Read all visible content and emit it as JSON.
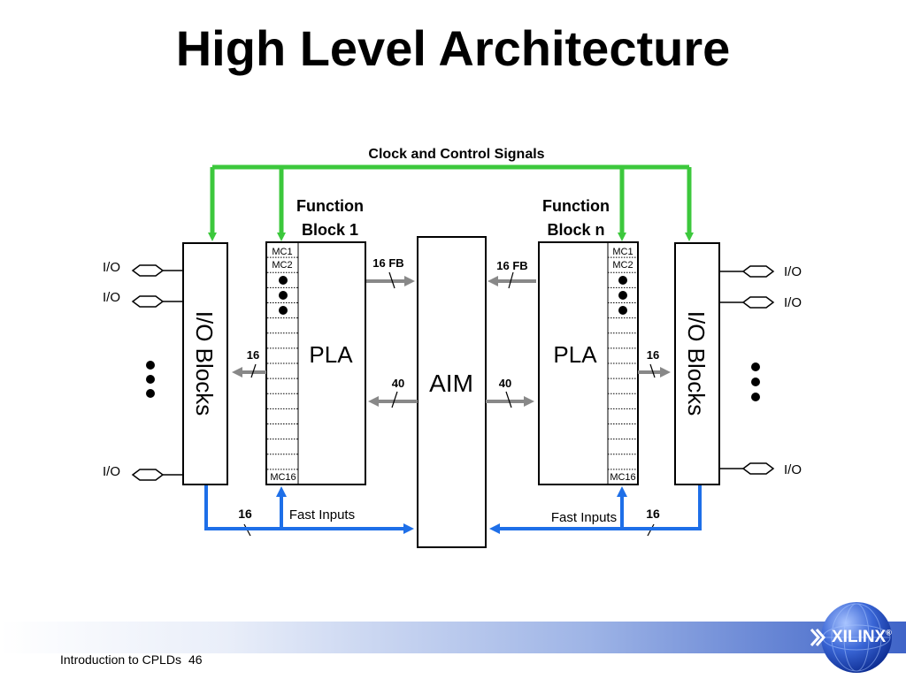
{
  "slide": {
    "title": "High Level Architecture",
    "footer_title": "Introduction to CPLDs",
    "page_number": "46"
  },
  "diagram": {
    "clock_label": "Clock and Control Signals",
    "fb1_label_line1": "Function",
    "fb1_label_line2": "Block 1",
    "fbn_label_line1": "Function",
    "fbn_label_line2": "Block n",
    "io_blocks_label": "I/O Blocks",
    "pla_label": "PLA",
    "aim_label": "AIM",
    "mc1": "MC1",
    "mc2": "MC2",
    "mc16": "MC16",
    "io_label": "I/O",
    "bus_16fb": "16 FB",
    "bus_16": "16",
    "bus_40": "40",
    "fast_inputs": "Fast Inputs"
  },
  "colors": {
    "green": "#3cc83c",
    "blue": "#1e6fe8",
    "gray": "#888888"
  },
  "logo": {
    "brand": "XILINX",
    "registered": "®"
  }
}
